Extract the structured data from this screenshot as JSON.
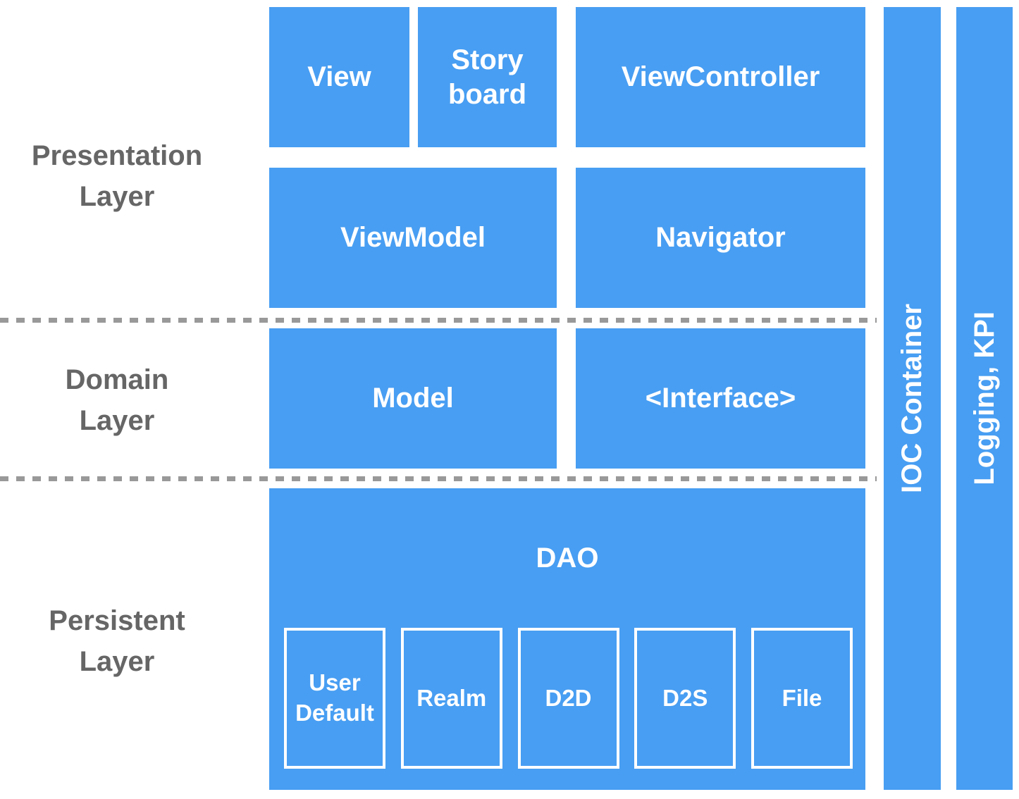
{
  "colors": {
    "box_blue": "#489EF2",
    "box_text": "#FFFFFF",
    "layer_label_gray": "#666666",
    "divider_gray": "#999999",
    "background": "#FFFFFF",
    "sub_box_border": "#FFFFFF"
  },
  "layers": {
    "presentation": {
      "line1": "Presentation",
      "line2": "Layer"
    },
    "domain": {
      "line1": "Domain",
      "line2": "Layer"
    },
    "persistent": {
      "line1": "Persistent",
      "line2": "Layer"
    }
  },
  "boxes": {
    "view": "View",
    "storyboard": "Story board",
    "view_controller": "ViewController",
    "view_model": "ViewModel",
    "navigator": "Navigator",
    "model": "Model",
    "interface": "<Interface>",
    "dao": "DAO",
    "dao_children": [
      "User Default",
      "Realm",
      "D2D",
      "D2S",
      "File"
    ]
  },
  "side_bars": {
    "ioc": "IOC Container",
    "logging": "Logging, KPI"
  }
}
